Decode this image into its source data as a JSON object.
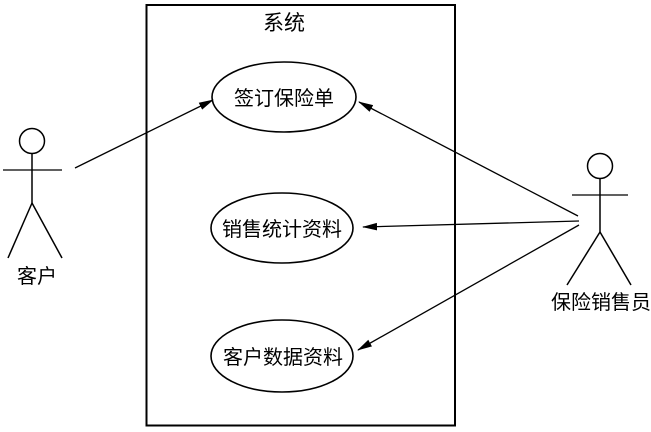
{
  "diagram": {
    "type": "uml-use-case-diagram",
    "system": {
      "label": "系统"
    },
    "use_cases": [
      {
        "id": "sign-insurance-policy",
        "label": "签订保险单"
      },
      {
        "id": "sales-statistics",
        "label": "销售统计资料"
      },
      {
        "id": "customer-data",
        "label": "客户数据资料"
      }
    ],
    "actors": [
      {
        "id": "customer",
        "label": "客户",
        "position": "left"
      },
      {
        "id": "insurance-salesperson",
        "label": "保险销售员",
        "position": "right"
      }
    ],
    "associations": [
      {
        "from": "客户",
        "to": "签订保险单",
        "arrow": "to-use-case"
      },
      {
        "from": "保险销售员",
        "to": "签订保险单",
        "arrow": "to-use-case"
      },
      {
        "from": "保险销售员",
        "to": "销售统计资料",
        "arrow": "to-use-case"
      },
      {
        "from": "保险销售员",
        "to": "客户数据资料",
        "arrow": "to-use-case"
      }
    ],
    "colors": {
      "line": "#000000",
      "background": "#ffffff",
      "text": "#000000"
    }
  }
}
